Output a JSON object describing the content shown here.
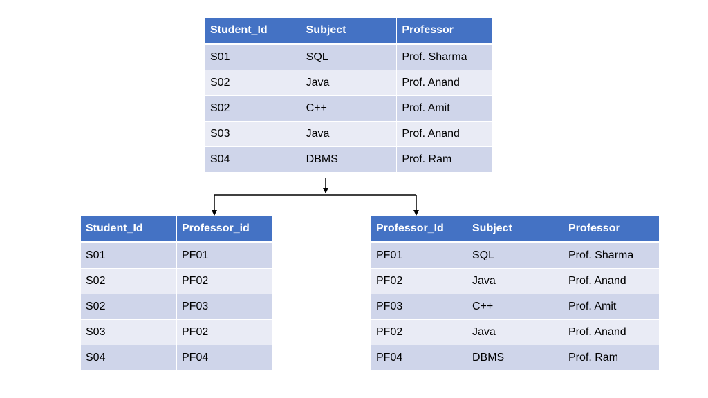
{
  "top_table": {
    "headers": [
      "Student_Id",
      "Subject",
      "Professor"
    ],
    "rows": [
      [
        "S01",
        "SQL",
        "Prof. Sharma"
      ],
      [
        "S02",
        "Java",
        "Prof. Anand"
      ],
      [
        "S02",
        "C++",
        "Prof. Amit"
      ],
      [
        "S03",
        "Java",
        "Prof. Anand"
      ],
      [
        "S04",
        "DBMS",
        "Prof. Ram"
      ]
    ]
  },
  "left_table": {
    "headers": [
      "Student_Id",
      "Professor_id"
    ],
    "rows": [
      [
        "S01",
        "PF01"
      ],
      [
        "S02",
        "PF02"
      ],
      [
        "S02",
        "PF03"
      ],
      [
        "S03",
        "PF02"
      ],
      [
        "S04",
        "PF04"
      ]
    ]
  },
  "right_table": {
    "headers": [
      "Professor_Id",
      "Subject",
      "Professor"
    ],
    "rows": [
      [
        "PF01",
        "SQL",
        "Prof. Sharma"
      ],
      [
        "PF02",
        "Java",
        "Prof. Anand"
      ],
      [
        "PF03",
        "C++",
        "Prof. Amit"
      ],
      [
        "PF02",
        "Java",
        "Prof. Anand"
      ],
      [
        "PF04",
        "DBMS",
        "Prof. Ram"
      ]
    ]
  },
  "colors": {
    "header": "#4472c4",
    "row_odd": "#cfd5ea",
    "row_even": "#e9ebf5",
    "connector": "#000000"
  }
}
